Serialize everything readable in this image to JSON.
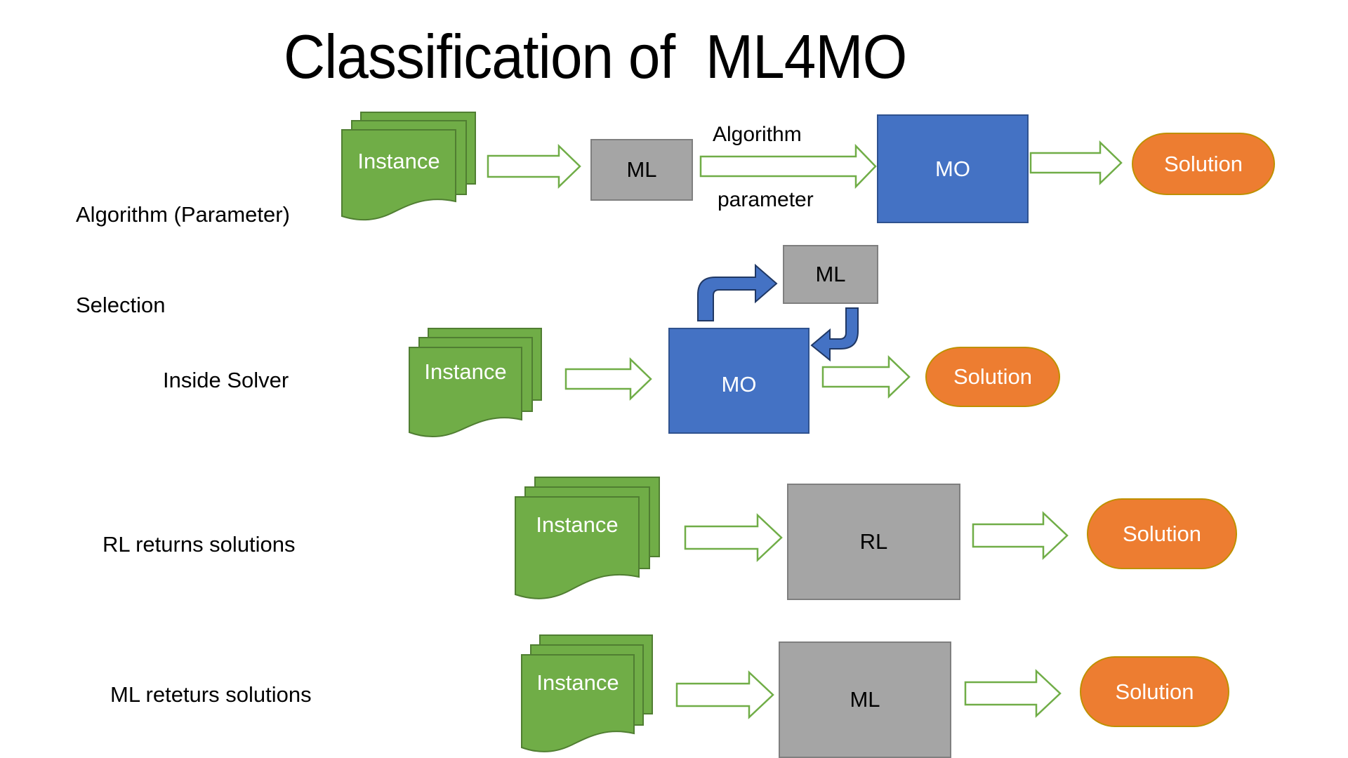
{
  "slide": {
    "title": "Classification of  ML4MO"
  },
  "rows": [
    {
      "label_lines": [
        "Algorithm (Parameter)",
        "Selection"
      ],
      "instance_label": "Instance",
      "nodes": [
        {
          "kind": "ml",
          "label": "ML"
        },
        {
          "kind": "mo",
          "label": "MO"
        },
        {
          "kind": "solution",
          "label": "Solution"
        }
      ],
      "edge_labels": {
        "above": "Algorithm",
        "below": "parameter"
      }
    },
    {
      "label_lines": [
        "Inside Solver"
      ],
      "instance_label": "Instance",
      "nodes": [
        {
          "kind": "mo",
          "label": "MO"
        },
        {
          "kind": "ml",
          "label": "ML"
        },
        {
          "kind": "solution",
          "label": "Solution"
        }
      ]
    },
    {
      "label_lines": [
        "RL returns solutions"
      ],
      "instance_label": "Instance",
      "nodes": [
        {
          "kind": "rl",
          "label": "RL"
        },
        {
          "kind": "solution",
          "label": "Solution"
        }
      ]
    },
    {
      "label_lines": [
        "ML reteturs solutions"
      ],
      "instance_label": "Instance",
      "nodes": [
        {
          "kind": "ml",
          "label": "ML"
        },
        {
          "kind": "solution",
          "label": "Solution"
        }
      ]
    }
  ],
  "colors": {
    "instance_fill": "#70AD47",
    "instance_stroke": "#507E32",
    "arrow_stroke": "#70AD47",
    "ml_fill": "#A5A5A5",
    "mo_fill": "#4472C4",
    "solution_fill": "#ED7D31",
    "loop_arrow_fill": "#4472C4",
    "loop_arrow_stroke": "#203864"
  }
}
